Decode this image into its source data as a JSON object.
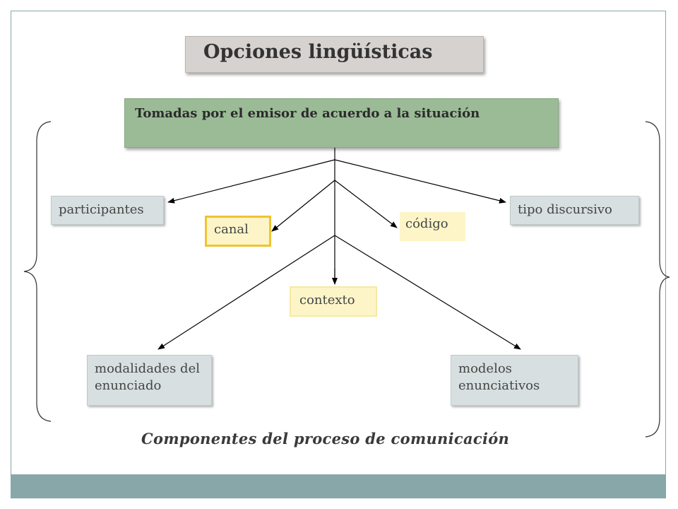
{
  "title": "Opciones lingüísticas",
  "source": "Tomadas por el emisor de acuerdo a la situación",
  "nodes": {
    "participantes": "participantes",
    "tipo_discursivo": "tipo discursivo",
    "canal": "canal",
    "codigo": "código",
    "contexto": "contexto",
    "modalidades": "modalidades del enunciado",
    "modelos": "modelos enunciativos"
  },
  "caption": "Componentes del proceso de comunicación",
  "colors": {
    "title_box": "#d6d2cf",
    "source_box": "#9bbb96",
    "grey_box": "#d7dfe0",
    "yellow_box": "#fdf5c8",
    "canal_border": "#f0c431",
    "footer_band": "#87a7a9"
  }
}
